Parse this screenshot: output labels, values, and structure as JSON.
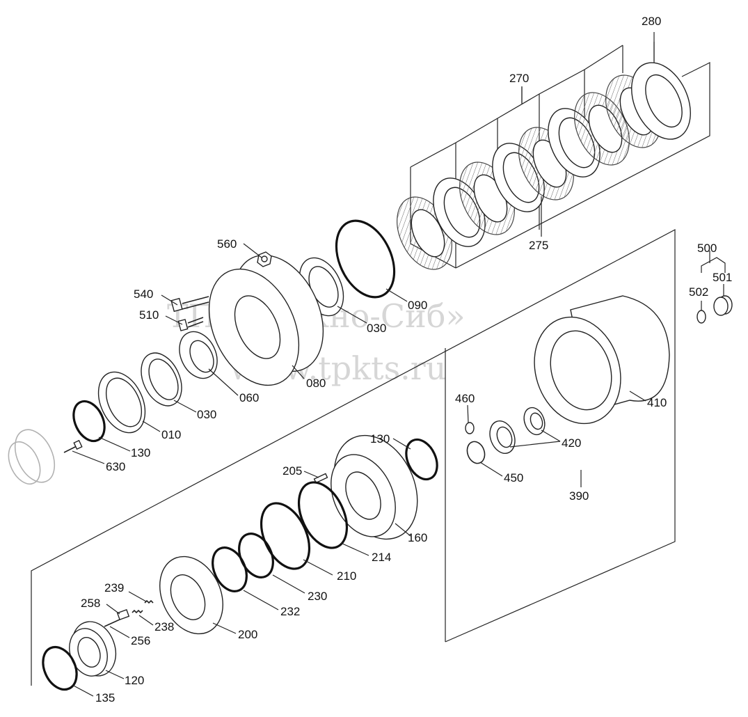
{
  "watermark": {
    "line1": "ТПК «Техно-Сиб»",
    "line2": "www.tpkts.ru"
  },
  "labels": {
    "p280": "280",
    "p270": "270",
    "p275": "275",
    "p560": "560",
    "p540": "540",
    "p510": "510",
    "p090": "090",
    "p030a": "030",
    "p080": "080",
    "p060": "060",
    "p030b": "030",
    "p010": "010",
    "p130a": "130",
    "p630": "630",
    "p500": "500",
    "p502": "502",
    "p501": "501",
    "p410": "410",
    "p460": "460",
    "p420": "420",
    "p450": "450",
    "p390": "390",
    "p130b": "130",
    "p205": "205",
    "p160": "160",
    "p214": "214",
    "p210": "210",
    "p230": "230",
    "p232": "232",
    "p239": "239",
    "p258": "258",
    "p238": "238",
    "p256": "256",
    "p200": "200",
    "p120": "120",
    "p135": "135"
  }
}
